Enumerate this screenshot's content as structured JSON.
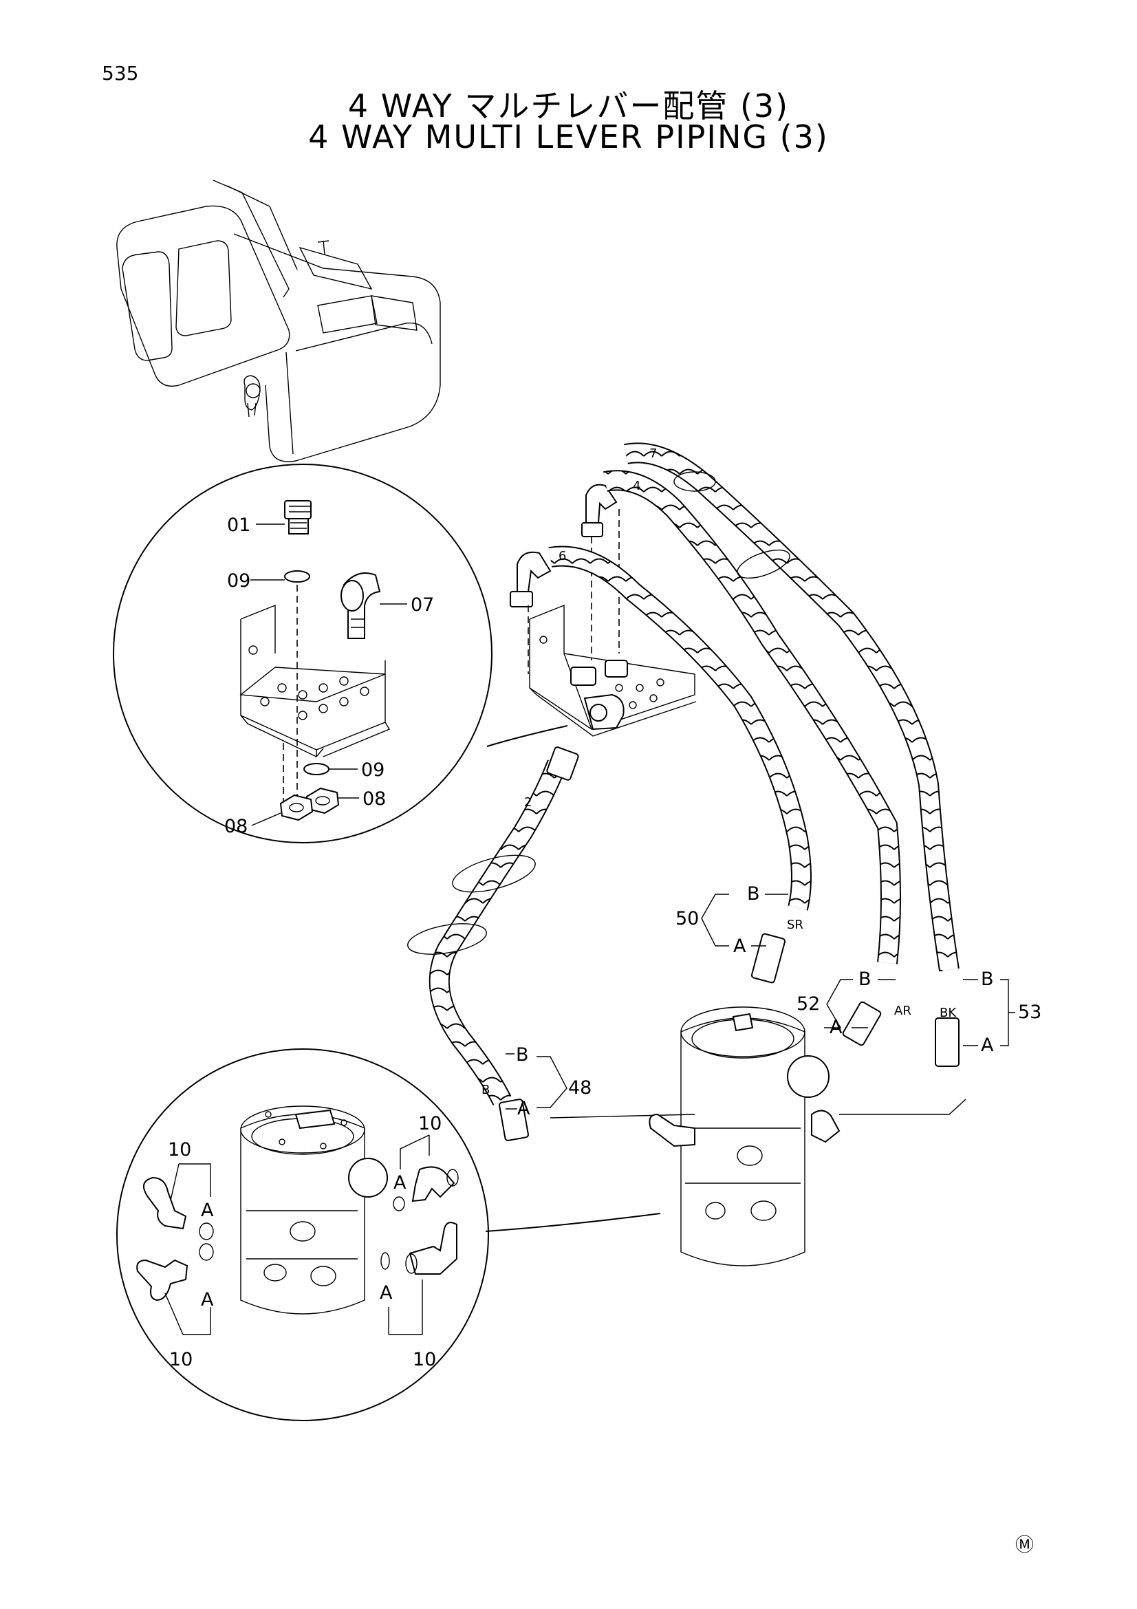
{
  "page_number": "535",
  "title_ja": "4 WAY マルチレバー配管 (3)",
  "title_en": "4 WAY MULTI LEVER PIPING (3)",
  "mark": "Ⓜ",
  "detail_top": {
    "labels": [
      "01",
      "09",
      "07",
      "09",
      "08",
      "08"
    ]
  },
  "detail_bottom": {
    "labels": [
      "10",
      "10",
      "10",
      "10"
    ],
    "ports": [
      "A",
      "A",
      "A",
      "A"
    ]
  },
  "hoses": {
    "tags": [
      "7",
      "4",
      "6",
      "2"
    ],
    "hose_48": {
      "part": "48",
      "end_b": "B",
      "end_a": "A",
      "port": "B"
    },
    "hose_50": {
      "part": "50",
      "end_b": "B",
      "end_a": "A",
      "port": "SR"
    },
    "hose_52": {
      "part": "52",
      "end_b": "B",
      "end_a": "A",
      "port": "AR"
    },
    "hose_53": {
      "part": "53",
      "end_b": "B",
      "end_a": "A",
      "port": "BK"
    }
  },
  "icons": [
    "excavator-illustration",
    "bracket-illustration",
    "valve-illustration",
    "hose-illustration"
  ]
}
